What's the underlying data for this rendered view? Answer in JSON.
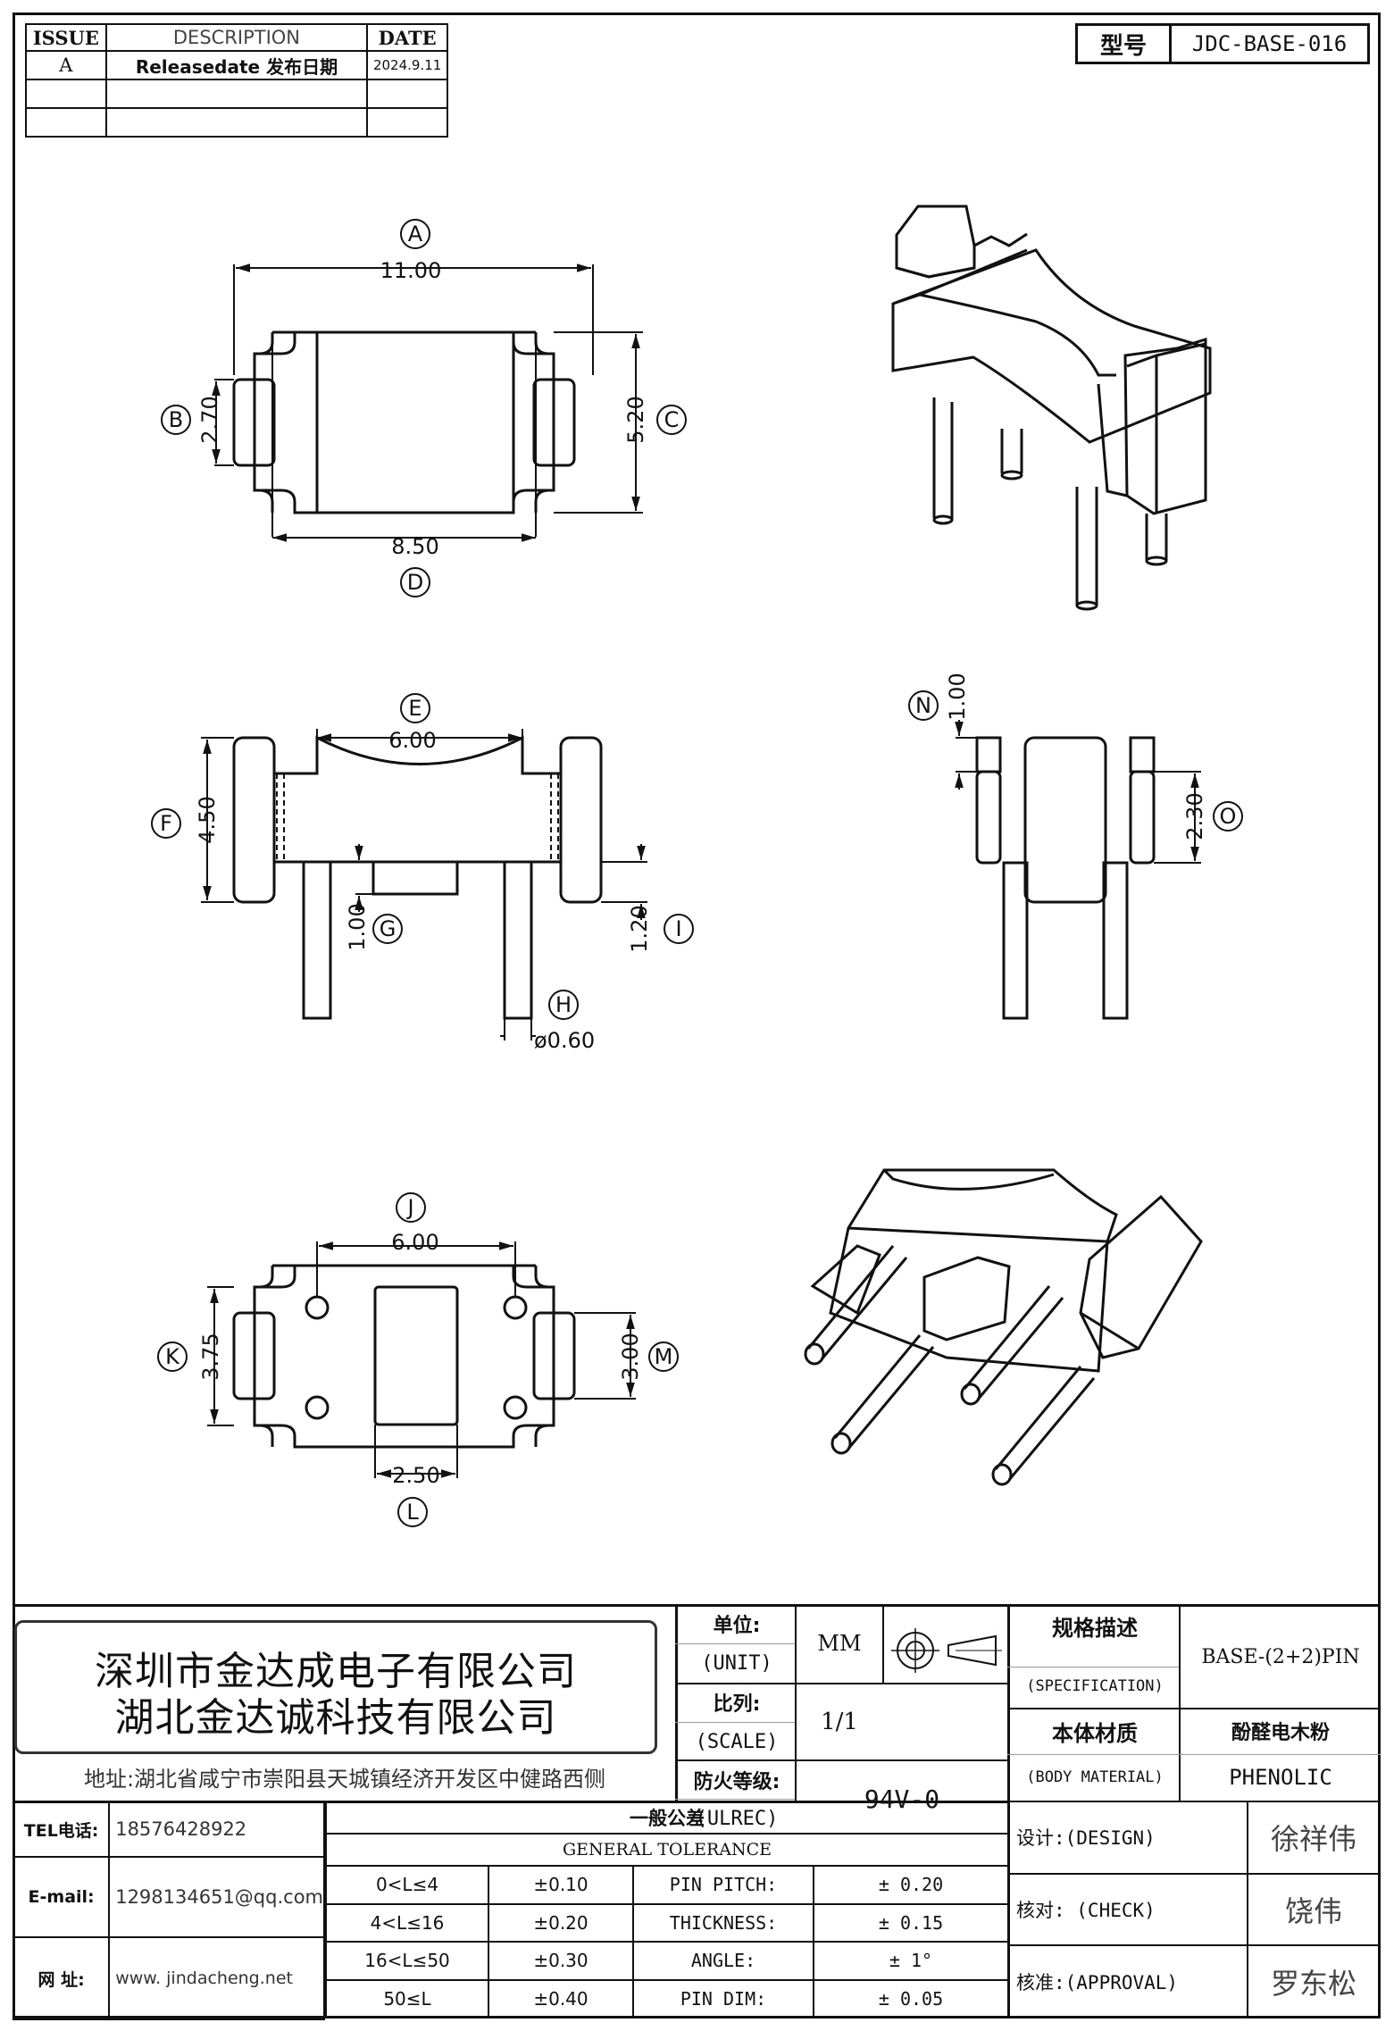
{
  "revision_table": {
    "headers": [
      "ISSUE",
      "DESCRIPTION",
      "DATE"
    ],
    "rows": [
      {
        "issue": "A",
        "description": "Releasedate 发布日期",
        "date": "2024.9.11"
      },
      {
        "issue": "",
        "description": "",
        "date": ""
      },
      {
        "issue": "",
        "description": "",
        "date": ""
      }
    ]
  },
  "part_number": {
    "label": "型号",
    "value": "JDC-BASE-016"
  },
  "dimensions": {
    "A": "11.00",
    "B": "2.70",
    "C": "5.20",
    "D": "8.50",
    "E": "6.00",
    "F": "4.50",
    "G": "1.00",
    "H": "ø0.60",
    "I": "1.20",
    "N": "1.00",
    "O": "2.30",
    "J": "6.00",
    "K": "3.75",
    "L": "2.50",
    "M": "3.00"
  },
  "dimension_letters": [
    "A",
    "B",
    "C",
    "D",
    "E",
    "F",
    "G",
    "H",
    "I",
    "N",
    "O",
    "J",
    "K",
    "L",
    "M"
  ],
  "title_block": {
    "company_cn_1": "深圳市金达成电子有限公司",
    "company_cn_2": "湖北金达诚科技有限公司",
    "address": "地址:湖北省咸宁市崇阳县天城镇经济开发区中健路西侧",
    "unit_label_cn": "单位:",
    "unit_label_en": "(UNIT)",
    "unit_value": "MM",
    "scale_label_cn": "比列:",
    "scale_label_en": "(SCALE)",
    "scale_value": "1/1",
    "ul_label_cn": "防火等级:",
    "ul_label_en": "(ULREC)",
    "ul_value": "94V-0",
    "spec_label_cn": "规格描述",
    "spec_label_en": "(SPECIFICATION)",
    "spec_value": "BASE-(2+2)PIN",
    "material_label_cn": "本体材质",
    "material_label_en": "(BODY MATERIAL)",
    "material_value_cn": "酚醛电木粉",
    "material_value_en": "PHENOLIC",
    "tel_label": "TEL电话:",
    "tel_value": "18576428922",
    "email_label": "E-mail:",
    "email_value": "1298134651@qq.com",
    "web_label": "网  址:",
    "web_value": "www. jindacheng.net",
    "tolerance_title_cn": "一般公差",
    "tolerance_title_en": "GENERAL TOLERANCE",
    "tolerance_rows": [
      {
        "range": "0<L≤4",
        "tol": "±0.10",
        "item": "PIN PITCH:",
        "value": "±  0.20"
      },
      {
        "range": "4<L≤16",
        "tol": "±0.20",
        "item": "THICKNESS:",
        "value": "±  0.15"
      },
      {
        "range": "16<L≤50",
        "tol": "±0.30",
        "item": "ANGLE:",
        "value": "±  1°"
      },
      {
        "range": "50≤L",
        "tol": "±0.40",
        "item": "PIN DIM:",
        "value": "±  0.05"
      }
    ],
    "design_label": "设计:(DESIGN)",
    "design_value": "徐祥伟",
    "check_label": "核对: (CHECK)",
    "check_value": "饶伟",
    "approval_label": "核准:(APPROVAL)",
    "approval_value": "罗东松"
  }
}
